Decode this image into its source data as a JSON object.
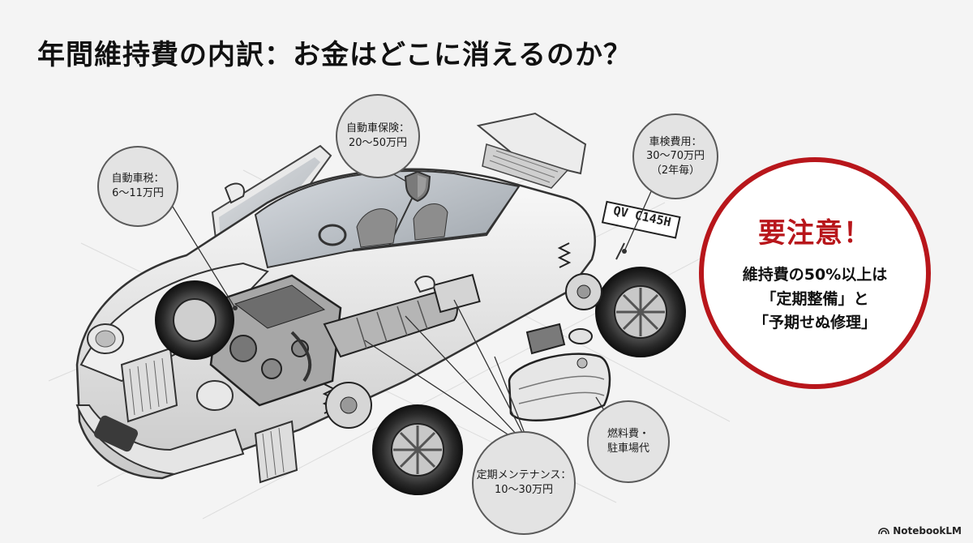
{
  "title": "年間維持費の内訳：お金はどこに消えるのか？",
  "bubbles": {
    "tax": {
      "line1": "自動車税：",
      "line2": "6〜11万円"
    },
    "insurance": {
      "line1": "自動車保険：",
      "line2": "20〜50万円"
    },
    "inspection": {
      "line1": "車検費用：",
      "line2": "30〜70万円",
      "line3": "（2年毎）"
    },
    "maintenance": {
      "line1": "定期メンテナンス：",
      "line2": "10〜30万円"
    },
    "fuel": {
      "line1": "燃料費・",
      "line2": "駐車場代"
    }
  },
  "license_plate": "QV C145H",
  "warning": {
    "title": "要注意！",
    "line1": "維持費の50%以上は",
    "line2": "「定期整備」と",
    "line3": "「予期せぬ修理」"
  },
  "brand": "NotebookLM",
  "colors": {
    "accent_red": "#b8161b",
    "bubble_fill": "#e3e3e3",
    "ink": "#111111"
  },
  "icons": [
    "shield-icon",
    "notebooklm-logo-icon"
  ]
}
